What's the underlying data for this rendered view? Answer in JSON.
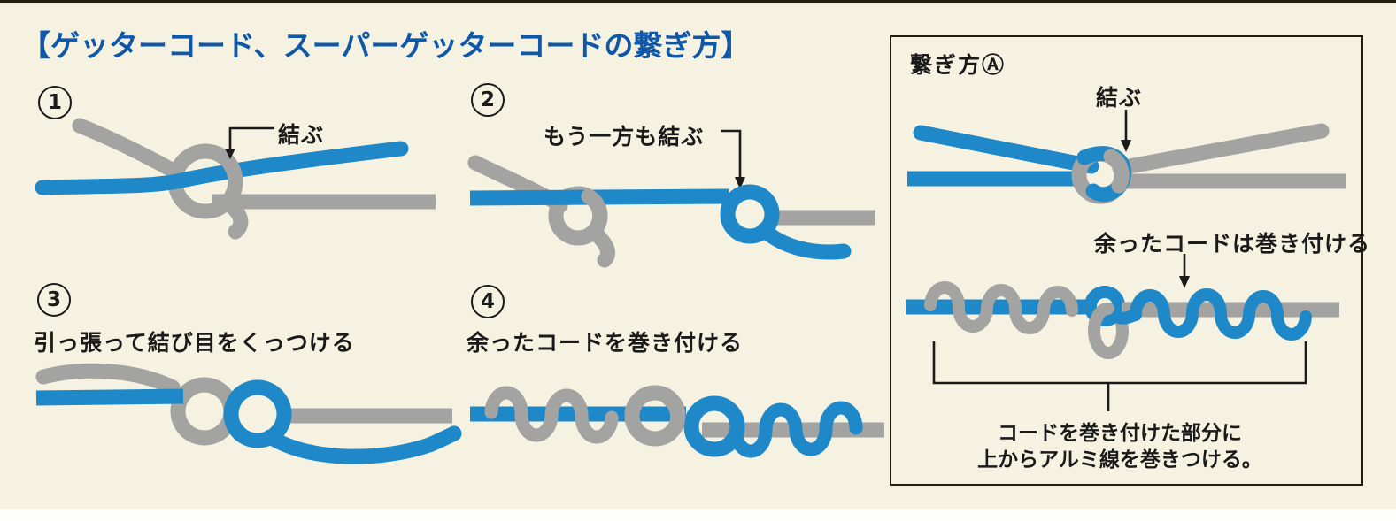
{
  "colors": {
    "background": "#f5f2e2",
    "cord_blue": "#1e88c9",
    "cord_gray": "#a3a3a1",
    "title_blue": "#0f57a8",
    "text_black": "#1a1a1a"
  },
  "title": "【ゲッターコード、スーパーゲッターコードの繋ぎ方】",
  "steps": [
    {
      "number": "1",
      "label": "結ぶ"
    },
    {
      "number": "2",
      "label": "もう一方も結ぶ"
    },
    {
      "number": "3",
      "description": "引っ張って結び目をくっつける"
    },
    {
      "number": "4",
      "description": "余ったコードを巻き付ける"
    }
  ],
  "panel": {
    "title": "繋ぎ方Ⓐ",
    "knot_label": "結ぶ",
    "wrap_label": "余ったコードは巻き付ける",
    "caption_line1": "コードを巻き付けた部分に",
    "caption_line2": "上からアルミ線を巻きつける。"
  }
}
